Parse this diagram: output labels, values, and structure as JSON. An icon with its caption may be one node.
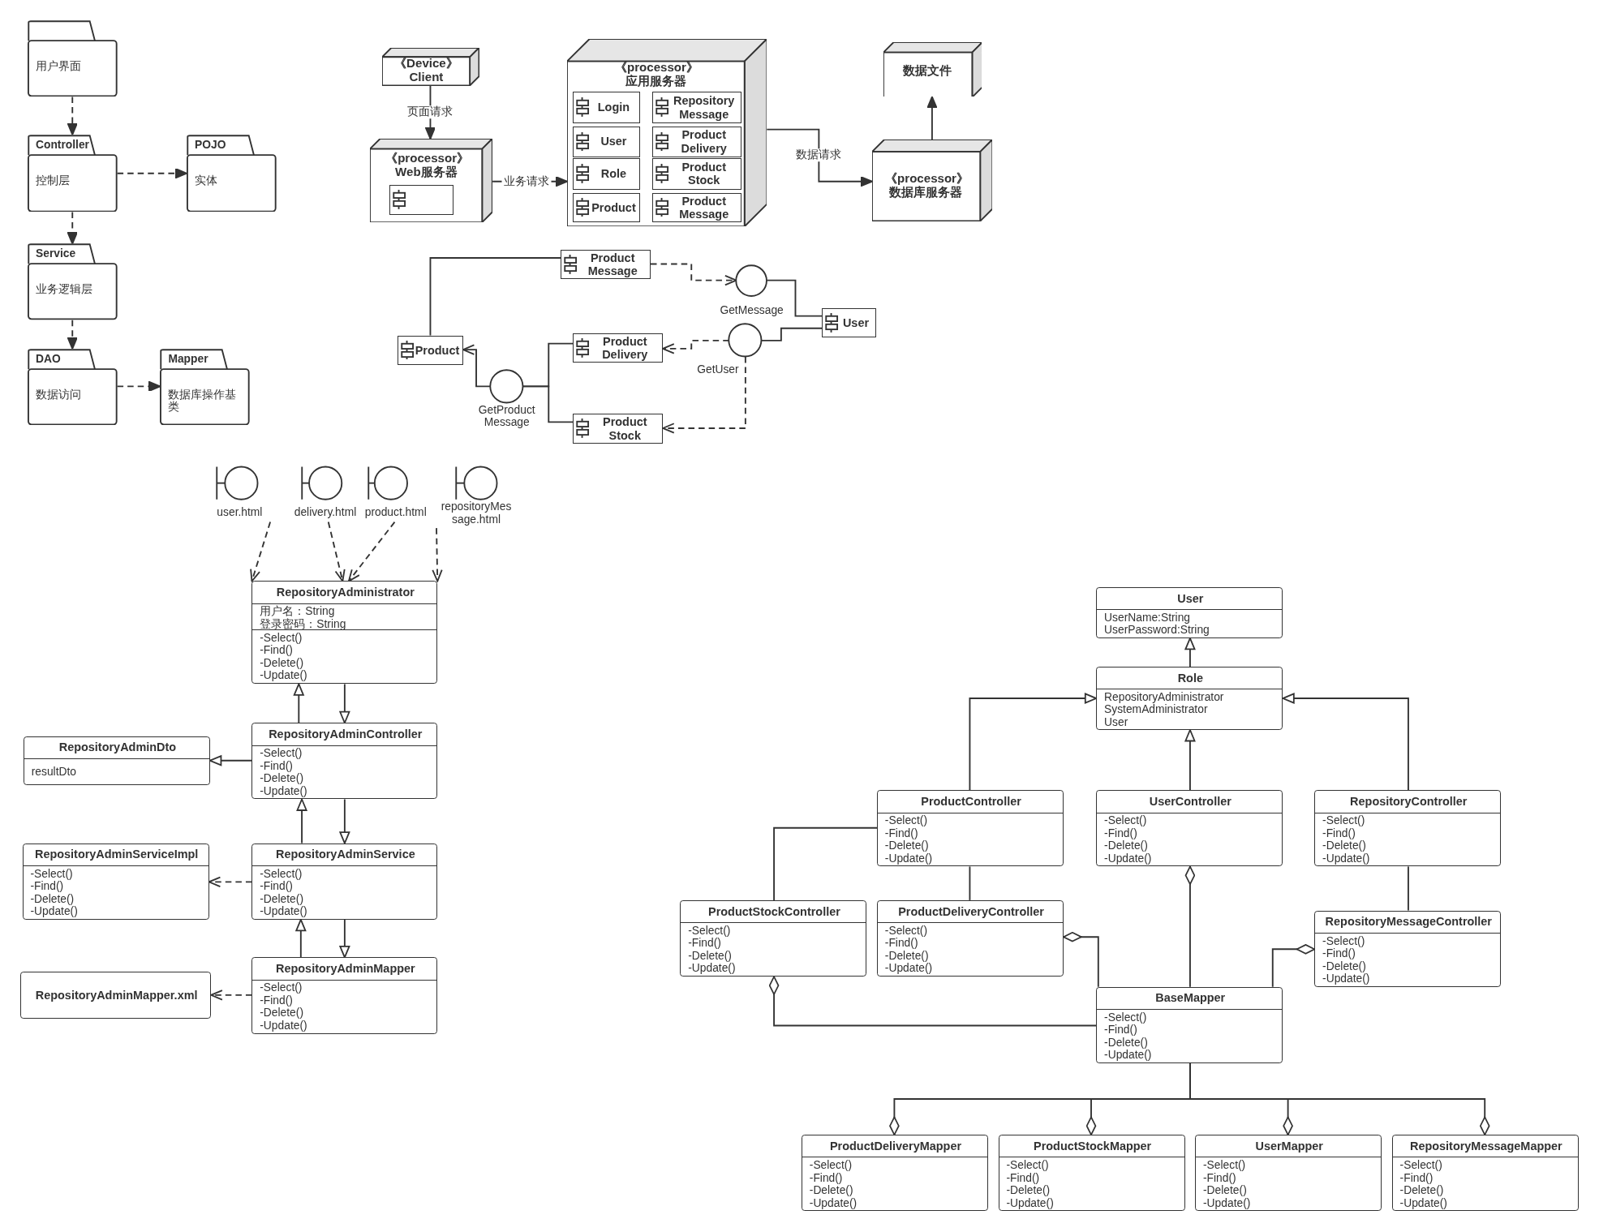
{
  "diagram": {
    "nodes": [
      {
        "text": [
          "用户界面"
        ]
      },
      {
        "text": [
          "Controller",
          "控制层"
        ]
      },
      {
        "text": [
          "POJO",
          "实体"
        ]
      },
      {
        "text": [
          "Service",
          "业务逻辑层"
        ]
      },
      {
        "text": [
          "DAO",
          "数据访问"
        ]
      },
      {
        "text": [
          "Mapper",
          "数据库操作基类"
        ]
      },
      {
        "text": [
          "《Device》 Client"
        ]
      },
      {
        "text": [
          "《processor》Web服务器"
        ]
      },
      {
        "text": [],
        "shape": "box",
        "in": 7
      },
      {
        "text": [
          "《processor》应用服务器"
        ]
      },
      {
        "text": [
          "Login"
        ],
        "in": 9
      },
      {
        "text": [
          "Repository Message"
        ],
        "in": 9
      },
      {
        "text": [
          "User"
        ],
        "in": 9
      },
      {
        "text": [
          "Product Delivery"
        ],
        "in": 9
      },
      {
        "text": [
          "Role"
        ],
        "in": 9
      },
      {
        "text": [
          "Product Stock"
        ],
        "in": 9
      },
      {
        "text": [
          "Product"
        ],
        "in": 9
      },
      {
        "text": [
          "Product Message"
        ],
        "in": 9
      },
      {
        "text": [
          "《processor》数据库服务器"
        ]
      },
      {
        "text": [
          "数据文件"
        ]
      },
      {
        "text": [
          "Product Message"
        ]
      },
      {
        "text": [
          "GetMessage"
        ]
      },
      {
        "text": [
          "User"
        ]
      },
      {
        "text": [
          "GetUser"
        ]
      },
      {
        "text": [
          "Product Delivery"
        ]
      },
      {
        "text": [
          "Product"
        ]
      },
      {
        "text": [
          "GetProduct Message"
        ]
      },
      {
        "text": [
          "Product Stock"
        ]
      },
      {
        "text": [
          "user.html"
        ]
      },
      {
        "text": [
          "delivery.html"
        ]
      },
      {
        "text": [
          "product.html"
        ]
      },
      {
        "text": [
          "repositoryMessage.html"
        ]
      },
      {
        "text": [
          "RepositoryAdministrator",
          "用户名：String",
          "登录密码：String",
          "-Select()",
          "-Find()",
          "-Delete()",
          "-Update()"
        ]
      },
      {
        "text": [
          "RepositoryAdminDto",
          "resultDto"
        ]
      },
      {
        "text": [
          "RepositoryAdminController",
          "-Select()",
          "-Find()",
          "-Delete()",
          "-Update()"
        ]
      },
      {
        "text": [
          "RepositoryAdminServiceImpl",
          "-Select()",
          "-Find()",
          "-Delete()",
          "-Update()"
        ]
      },
      {
        "text": [
          "RepositoryAdminService",
          "-Select()",
          "-Find()",
          "-Delete()",
          "-Update()"
        ]
      },
      {
        "text": [
          "RepositoryAdminMapper.xml"
        ]
      },
      {
        "text": [
          "RepositoryAdminMapper",
          "-Select()",
          "-Find()",
          "-Delete()",
          "-Update()"
        ]
      },
      {
        "text": [
          "User",
          "UserName:String",
          "UserPassword:String"
        ]
      },
      {
        "text": [
          "Role",
          "RepositoryAdministrator",
          "SystemAdministrator",
          "User"
        ]
      },
      {
        "text": [
          "ProductController",
          "-Select()",
          "-Find()",
          "-Delete()",
          "-Update()"
        ]
      },
      {
        "text": [
          "UserController",
          "-Select()",
          "-Find()",
          "-Delete()",
          "-Update()"
        ]
      },
      {
        "text": [
          "RepositoryController",
          "-Select()",
          "-Find()",
          "-Delete()",
          "-Update()"
        ]
      },
      {
        "text": [
          "ProductStockController",
          "-Select()",
          "-Find()",
          "-Delete()",
          "-Update()"
        ]
      },
      {
        "text": [
          "ProductDeliveryController",
          "-Select()",
          "-Find()",
          "-Delete()",
          "-Update()"
        ]
      },
      {
        "text": [
          "RepositoryMessageController",
          "-Select()",
          "-Find()",
          "-Delete()",
          "-Update()"
        ]
      },
      {
        "text": [
          "BaseMapper",
          "-Select()",
          "-Find()",
          "-Delete()",
          "-Update()"
        ]
      },
      {
        "text": [
          "ProductDeliveryMapper",
          "-Select()",
          "-Find()",
          "-Delete()",
          "-Update()"
        ]
      },
      {
        "text": [
          "ProductStockMapper",
          "-Select()",
          "-Find()",
          "-Delete()",
          "-Update()"
        ]
      },
      {
        "text": [
          "UserMapper",
          "-Select()",
          "-Find()",
          "-Delete()",
          "-Update()"
        ]
      },
      {
        "text": [
          "RepositoryMessageMapper",
          "-Select()",
          "-Find()",
          "-Delete()",
          "-Update()"
        ]
      }
    ],
    "edges": [
      {
        "from": 0,
        "to": 1,
        "arrow": "to",
        "style": "dashed"
      },
      {
        "from": 1,
        "to": 2,
        "arrow": "to",
        "style": "dashed"
      },
      {
        "from": 1,
        "to": 3,
        "arrow": "to",
        "style": "dashed"
      },
      {
        "from": 3,
        "to": 4,
        "arrow": "to",
        "style": "dashed"
      },
      {
        "from": 4,
        "to": 5,
        "arrow": "to",
        "style": "dashed"
      },
      {
        "from": 6,
        "to": 7,
        "arrow": "to",
        "label": "页面请求"
      },
      {
        "from": 7,
        "to": 9,
        "arrow": "to",
        "label": "业务请求"
      },
      {
        "from": 9,
        "to": 18,
        "arrow": "to",
        "label": "数据请求"
      },
      {
        "from": 18,
        "to": 19,
        "arrow": "to"
      },
      {
        "from": 25,
        "to": 20,
        "arrow": "none"
      },
      {
        "from": 20,
        "to": 21,
        "arrow": "to",
        "style": "dashed"
      },
      {
        "from": 21,
        "to": 22,
        "arrow": "none"
      },
      {
        "from": 23,
        "to": 22,
        "arrow": "none"
      },
      {
        "from": 23,
        "to": 24,
        "arrow": "to",
        "style": "dashed"
      },
      {
        "from": 23,
        "to": 27,
        "arrow": "to",
        "style": "dashed"
      },
      {
        "from": 26,
        "to": 25,
        "arrow": "to"
      },
      {
        "from": 26,
        "to": 24,
        "arrow": "none"
      },
      {
        "from": 26,
        "to": 27,
        "arrow": "none"
      },
      {
        "from": 28,
        "to": 32,
        "arrow": "to",
        "style": "dashed"
      },
      {
        "from": 29,
        "to": 32,
        "arrow": "to",
        "style": "dashed"
      },
      {
        "from": 30,
        "to": 32,
        "arrow": "to",
        "style": "dashed"
      },
      {
        "from": 31,
        "to": 32,
        "arrow": "to",
        "style": "dashed"
      },
      {
        "from": 34,
        "to": 32,
        "arrow": "to"
      },
      {
        "from": 32,
        "to": 34,
        "arrow": "to"
      },
      {
        "from": 34,
        "to": 33,
        "arrow": "to"
      },
      {
        "from": 36,
        "to": 34,
        "arrow": "to"
      },
      {
        "from": 34,
        "to": 36,
        "arrow": "to"
      },
      {
        "from": 36,
        "to": 35,
        "arrow": "to",
        "style": "dashed"
      },
      {
        "from": 38,
        "to": 36,
        "arrow": "to"
      },
      {
        "from": 36,
        "to": 38,
        "arrow": "to"
      },
      {
        "from": 38,
        "to": 37,
        "arrow": "to",
        "style": "dashed"
      },
      {
        "from": 40,
        "to": 39,
        "arrow": "to"
      },
      {
        "from": 41,
        "to": 40,
        "arrow": "to"
      },
      {
        "from": 42,
        "to": 40,
        "arrow": "to"
      },
      {
        "from": 43,
        "to": 40,
        "arrow": "to"
      },
      {
        "from": 41,
        "to": 44,
        "arrow": "none"
      },
      {
        "from": 41,
        "to": 45,
        "arrow": "none"
      },
      {
        "from": 46,
        "to": 43,
        "arrow": "none"
      },
      {
        "from": 47,
        "to": 44,
        "arrow": "other"
      },
      {
        "from": 47,
        "to": 45,
        "arrow": "other"
      },
      {
        "from": 47,
        "to": 42,
        "arrow": "other"
      },
      {
        "from": 47,
        "to": 46,
        "arrow": "other"
      },
      {
        "from": 47,
        "to": 48,
        "arrow": "other"
      },
      {
        "from": 47,
        "to": 49,
        "arrow": "other"
      },
      {
        "from": 47,
        "to": 50,
        "arrow": "other"
      },
      {
        "from": 47,
        "to": 51,
        "arrow": "other"
      }
    ]
  }
}
